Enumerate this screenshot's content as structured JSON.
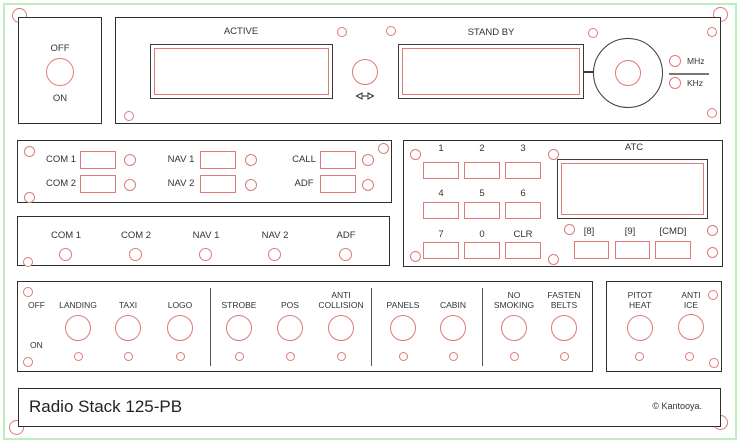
{
  "colors": {
    "accent_red": "#dd7a7a",
    "frame_green": "#bdeebd",
    "line_black": "#2f2f2f"
  },
  "power": {
    "off": "OFF",
    "on": "ON"
  },
  "radio": {
    "active": "ACTIVE",
    "standby": "STAND BY",
    "mhz": "MHz",
    "khz": "KHz"
  },
  "nav_select": {
    "rows": [
      {
        "c1": "COM 1",
        "c2": "NAV 1",
        "c3": "CALL"
      },
      {
        "c1": "COM 2",
        "c2": "NAV 2",
        "c3": "ADF"
      }
    ]
  },
  "audio_select": {
    "items": [
      "COM 1",
      "COM 2",
      "NAV 1",
      "NAV 2",
      "ADF"
    ]
  },
  "atc": {
    "title": "ATC",
    "keys": [
      "1",
      "2",
      "3",
      "4",
      "5",
      "6",
      "7",
      "0",
      "CLR"
    ],
    "lower_keys": [
      "[8]",
      "[9]",
      "[CMD]"
    ]
  },
  "lights": {
    "off": "OFF",
    "on": "ON",
    "switches": [
      {
        "line1": "LANDING"
      },
      {
        "line1": "TAXI"
      },
      {
        "line1": "LOGO"
      },
      {
        "line1": "STROBE"
      },
      {
        "line1": "POS"
      },
      {
        "line1": "ANTI",
        "line2": "COLLISION"
      },
      {
        "line1": "PANELS"
      },
      {
        "line1": "CABIN"
      },
      {
        "line1": "NO",
        "line2": "SMOKING"
      },
      {
        "line1": "FASTEN",
        "line2": "BELTS"
      }
    ]
  },
  "heat": {
    "switches": [
      {
        "line1": "PITOT",
        "line2": "HEAT"
      },
      {
        "line1": "ANTI",
        "line2": "ICE"
      }
    ]
  },
  "footer": {
    "title": "Radio Stack 125-PB",
    "credit": "© Kantooya."
  }
}
